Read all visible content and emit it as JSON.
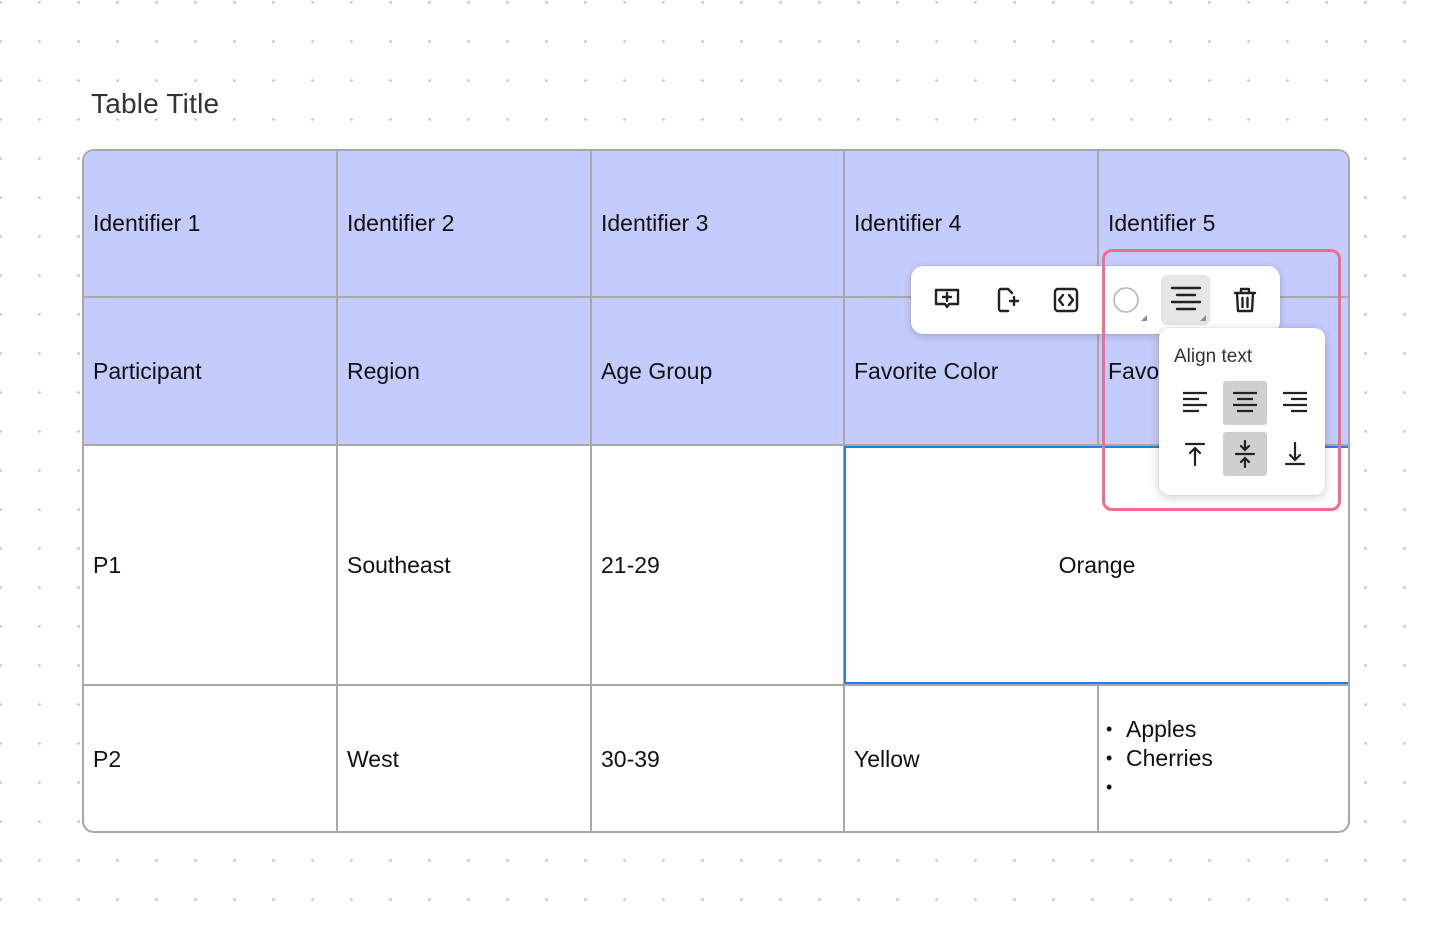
{
  "table": {
    "title": "Table Title",
    "header_row_1": [
      "Identifier 1",
      "Identifier 2",
      "Identifier 3",
      "Identifier 4",
      "Identifier 5"
    ],
    "header_row_2": [
      "Participant",
      "Region",
      "Age Group",
      "Favorite Color",
      "Favo"
    ],
    "rows": [
      [
        "P1",
        "Southeast",
        "21-29",
        "Orange"
      ],
      [
        "P2",
        "West",
        "30-39",
        "Yellow"
      ]
    ],
    "list_cell": [
      "Apples",
      "Cherries",
      ""
    ]
  },
  "toolbar": {
    "icons": [
      "add-comment-icon",
      "insert-column-icon",
      "resize-cell-icon",
      "cell-color-icon",
      "align-text-icon",
      "trash-icon"
    ],
    "active": "align-text-icon"
  },
  "align_popup": {
    "title": "Align text",
    "horizontal": [
      "align-left-icon",
      "align-center-icon",
      "align-right-icon"
    ],
    "vertical": [
      "align-top-icon",
      "align-middle-icon",
      "align-bottom-icon"
    ],
    "selected_horizontal": "align-center-icon",
    "selected_vertical": "align-middle-icon"
  },
  "colors": {
    "header_bg": "#c4cbfd",
    "selection_border": "#2a7de1",
    "highlight_border": "#f26d8d",
    "grid_line": "#a8a8a8"
  }
}
